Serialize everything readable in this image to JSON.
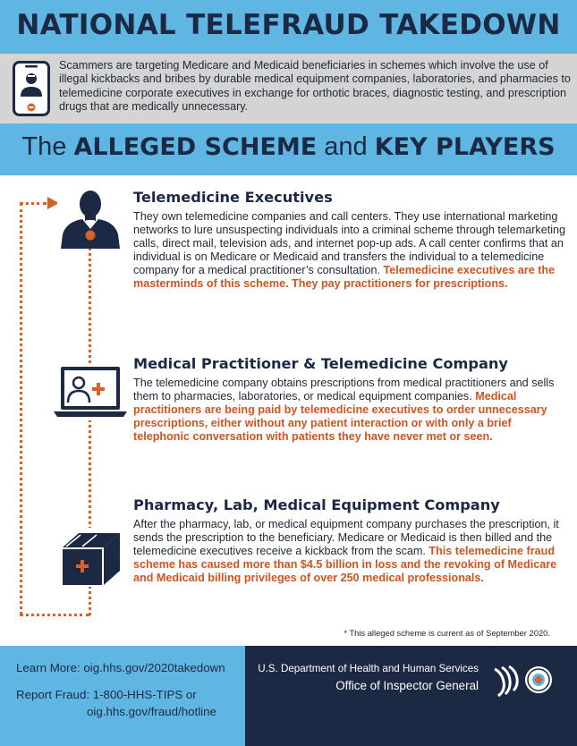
{
  "header": {
    "title": "NATIONAL TELEFRAUD TAKEDOWN"
  },
  "intro": {
    "icon": "phone-doctor-icon",
    "text": "Scammers are targeting Medicare and Medicaid beneficiaries in schemes which involve the use of illegal kickbacks and bribes by durable medical equipment companies, laboratories, and pharmacies to telemedicine corporate executives in exchange for orthotic braces, diagnostic testing, and prescription drugs that are medically unnecessary."
  },
  "scheme": {
    "title_prefix": "The ",
    "title_bold1": "ALLEGED SCHEME",
    "title_mid": " and ",
    "title_bold2": "KEY PLAYERS"
  },
  "players": [
    {
      "icon": "executive-silhouette-icon",
      "title": "Telemedicine Executives",
      "body": "They own telemedicine companies and call centers. They use international marketing networks to lure unsuspecting individuals into a criminal scheme through telemarketing calls, direct mail, television ads, and internet pop-up ads. A call center confirms that an individual is on Medicare or Medicaid and transfers the individual to a telemedicine company for a medical practitioner’s consultation. ",
      "highlight": "Telemedicine executives are the masterminds of this scheme. They pay practitioners for prescriptions."
    },
    {
      "icon": "laptop-doctor-icon",
      "title": "Medical Practitioner & Telemedicine Company",
      "body": "The telemedicine company obtains prescriptions from medical practitioners and sells them to pharmacies, laboratories, or medical equipment companies. ",
      "highlight": "Medical practitioners are being paid by telemedicine executives to order unnecessary prescriptions, either without any patient interaction or with only a brief telephonic conversation with patients they have never met or seen."
    },
    {
      "icon": "medical-box-icon",
      "title": "Pharmacy, Lab, Medical Equipment Company",
      "body": "After the pharmacy, lab, or medical equipment company purchases the prescription, it sends the prescription to the beneficiary. Medicare or Medicaid is then billed and the telemedicine executives receive a kickback from the scam. ",
      "highlight": "This telemedicine fraud scheme has caused more than $4.5 billion in loss and the revoking of Medicare and Medicaid billing privileges of over 250 medical professionals."
    }
  ],
  "footnote": "* This alleged scheme is current as of September 2020.",
  "footer": {
    "learn_more": "Learn More: oig.hhs.gov/2020takedown",
    "report_line1": "Report Fraud: 1-800-HHS-TIPS or",
    "report_line2": "oig.hhs.gov/fraud/hotline",
    "dept": "U.S. Department of Health and Human Services",
    "office": "Office of Inspector General"
  },
  "colors": {
    "navy": "#1c2944",
    "sky_blue": "#5fb6e3",
    "orange": "#d0541f",
    "gray_band": "#d4d4d4"
  }
}
